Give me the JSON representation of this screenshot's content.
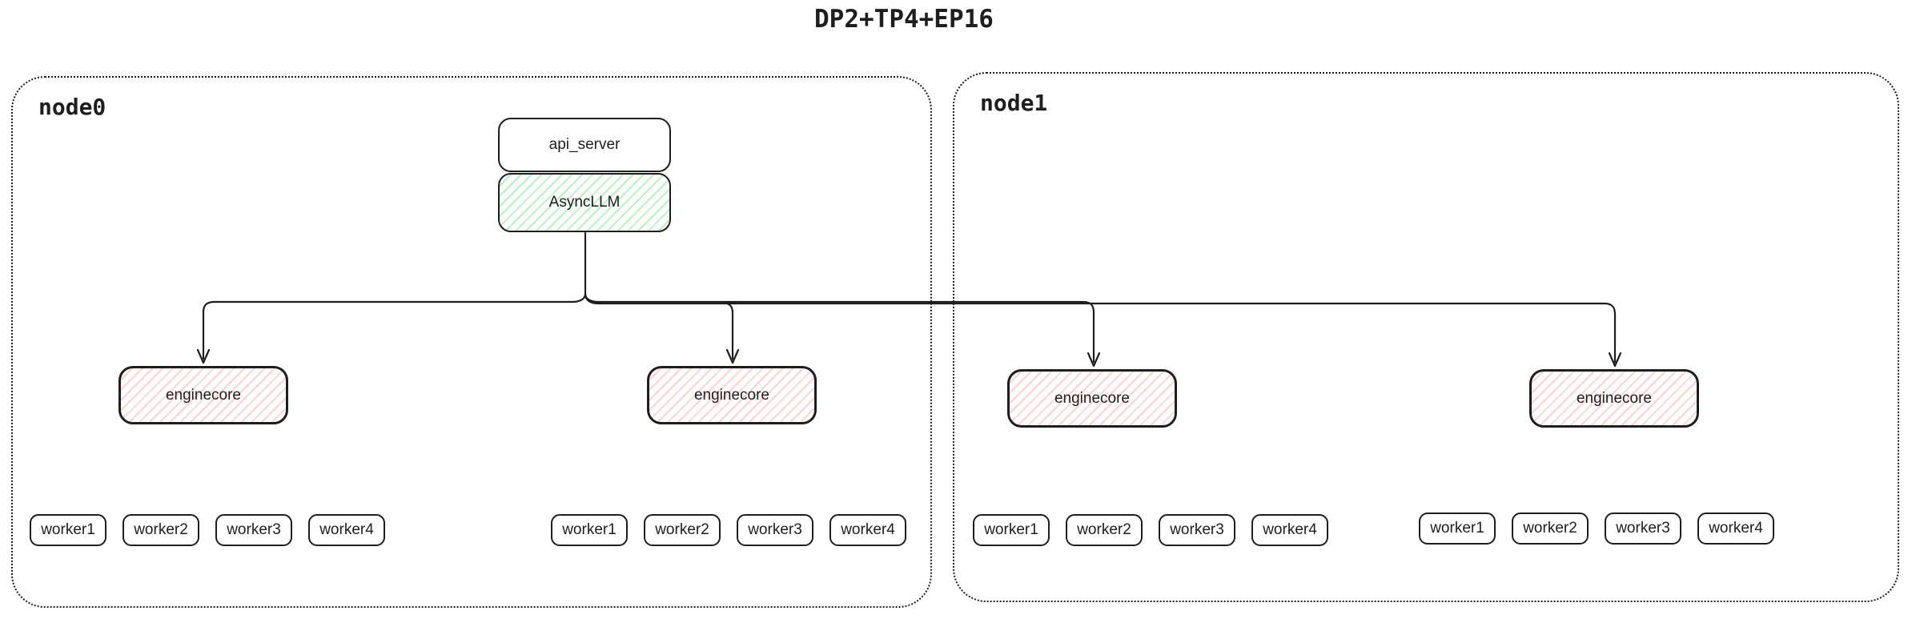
{
  "title": "DP2+TP4+EP16",
  "colors": {
    "stroke": "#1e1e1e",
    "green_fill": "#b2f2bb",
    "red_fill": "#ffc9c9",
    "background": "#ffffff"
  },
  "node0": {
    "label": "node0",
    "api_server_label": "api_server",
    "asyncllm_label": "AsyncLLM",
    "enginecores": [
      {
        "label": "enginecore",
        "workers": [
          "worker1",
          "worker2",
          "worker3",
          "worker4"
        ]
      },
      {
        "label": "enginecore",
        "workers": [
          "worker1",
          "worker2",
          "worker3",
          "worker4"
        ]
      }
    ]
  },
  "node1": {
    "label": "node1",
    "enginecores": [
      {
        "label": "enginecore",
        "workers": [
          "worker1",
          "worker2",
          "worker3",
          "worker4"
        ]
      },
      {
        "label": "enginecore",
        "workers": [
          "worker1",
          "worker2",
          "worker3",
          "worker4"
        ]
      }
    ]
  }
}
